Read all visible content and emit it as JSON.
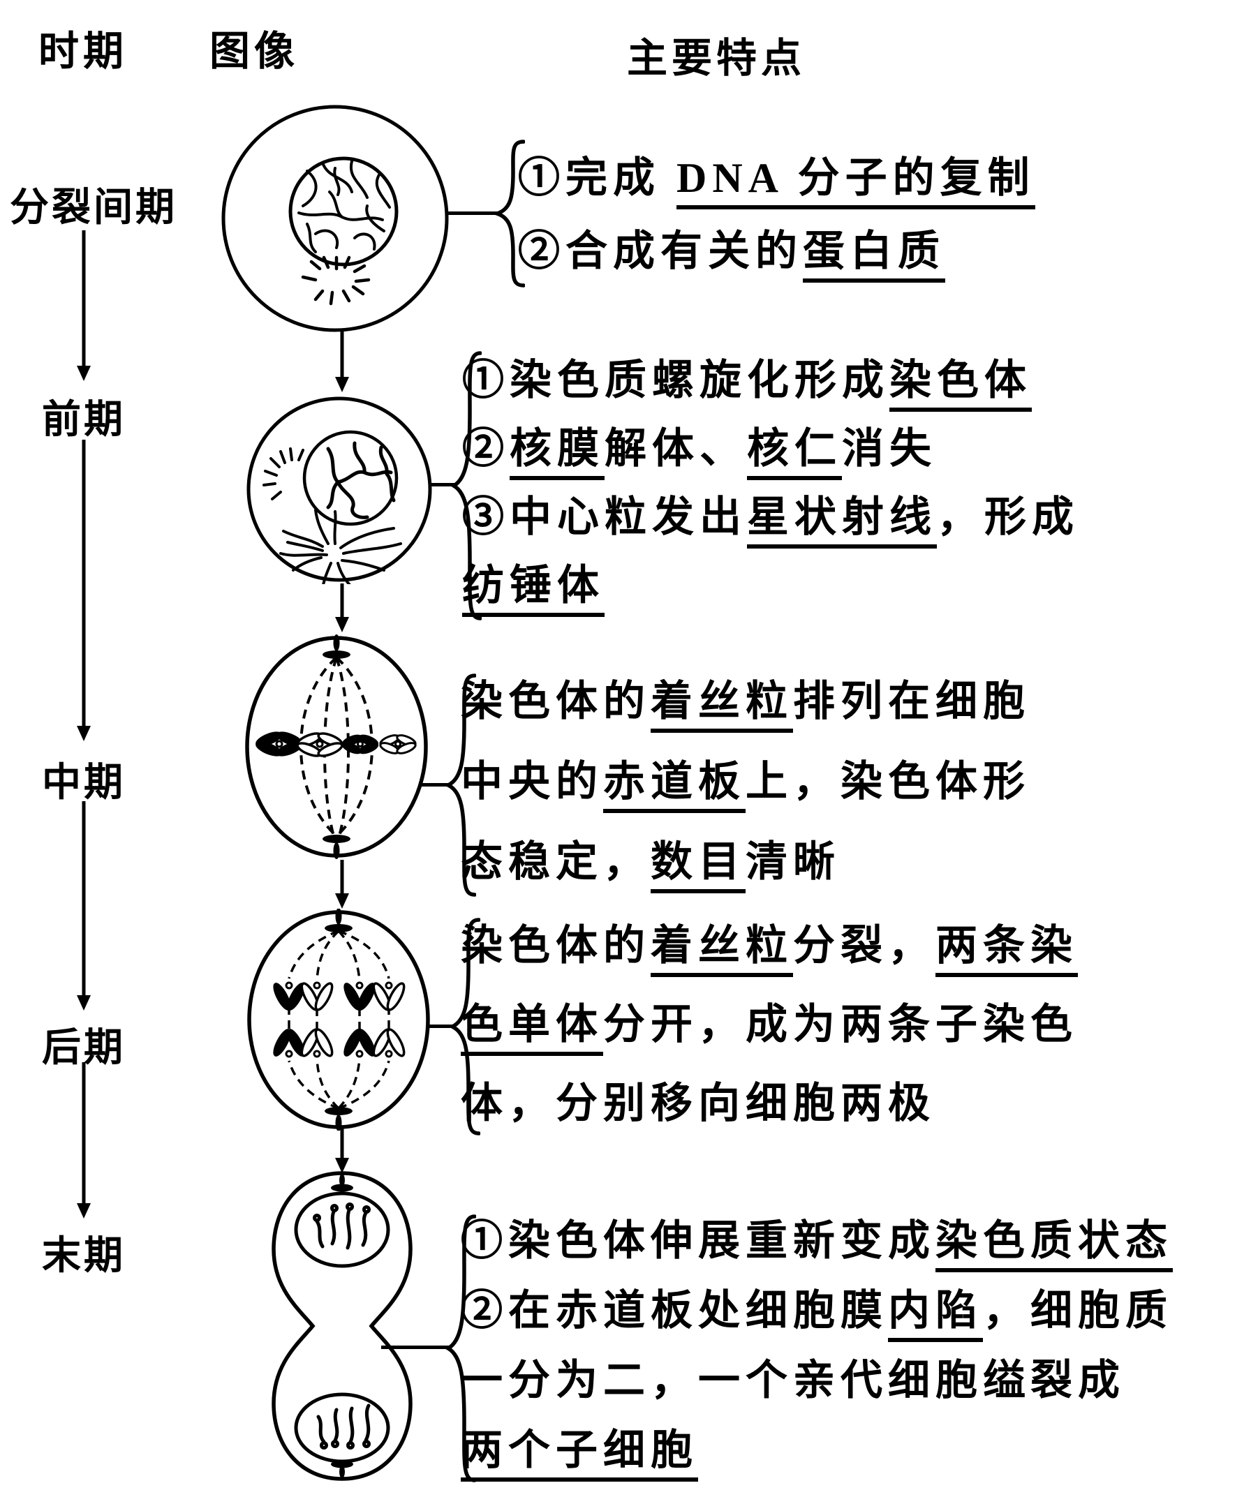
{
  "header": {
    "period_col": "时期",
    "image_col": "图像",
    "features_col": "主要特点"
  },
  "stages": [
    {
      "period": "分裂间期",
      "cell": "interphase-cell",
      "features": [
        [
          {
            "t": "①完成 "
          },
          {
            "t": "DNA 分子的复制",
            "u": 1
          }
        ],
        [
          {
            "t": "②合成有关的"
          },
          {
            "t": "蛋白质",
            "u": 1
          }
        ]
      ]
    },
    {
      "period": "前期",
      "cell": "prophase-cell",
      "features": [
        [
          {
            "t": "①染色质螺旋化形成"
          },
          {
            "t": "染色体",
            "u": 1
          }
        ],
        [
          {
            "t": "②"
          },
          {
            "t": "核膜",
            "u": 1
          },
          {
            "t": "解体、"
          },
          {
            "t": "核仁",
            "u": 1
          },
          {
            "t": "消失"
          }
        ],
        [
          {
            "t": "③中心粒发出"
          },
          {
            "t": "星状射线",
            "u": 1
          },
          {
            "t": "，形成"
          }
        ],
        [
          {
            "t": "纺锤体",
            "u": 1
          }
        ]
      ]
    },
    {
      "period": "中期",
      "cell": "metaphase-cell",
      "features": [
        [
          {
            "t": "染色体的"
          },
          {
            "t": "着丝粒",
            "u": 1
          },
          {
            "t": "排列在细胞"
          }
        ],
        [
          {
            "t": "中央的"
          },
          {
            "t": "赤道板",
            "u": 1
          },
          {
            "t": "上，染色体形"
          }
        ],
        [
          {
            "t": "态稳定，"
          },
          {
            "t": "数目",
            "u": 1
          },
          {
            "t": "清晰"
          }
        ]
      ]
    },
    {
      "period": "后期",
      "cell": "anaphase-cell",
      "features": [
        [
          {
            "t": "染色体的"
          },
          {
            "t": "着丝粒",
            "u": 1
          },
          {
            "t": "分裂，"
          },
          {
            "t": "两条染",
            "u": 1
          }
        ],
        [
          {
            "t": "色单体",
            "u": 1
          },
          {
            "t": "分开，成为两条子染色"
          }
        ],
        [
          {
            "t": "体，分别移向细胞两极"
          }
        ]
      ]
    },
    {
      "period": "末期",
      "cell": "telophase-cell",
      "features": [
        [
          {
            "t": "①染色体伸展重新变成"
          },
          {
            "t": "染色质状态",
            "u": 1
          }
        ],
        [
          {
            "t": "②在赤道板处细胞膜"
          },
          {
            "t": "内陷",
            "u": 1
          },
          {
            "t": "，细胞质"
          }
        ],
        [
          {
            "t": "一分为二，一个亲代细胞缢裂成"
          }
        ],
        [
          {
            "t": "两个子细胞",
            "u": 1
          }
        ]
      ]
    }
  ],
  "colors": {
    "ink": "#000000",
    "paper": "#ffffff"
  }
}
